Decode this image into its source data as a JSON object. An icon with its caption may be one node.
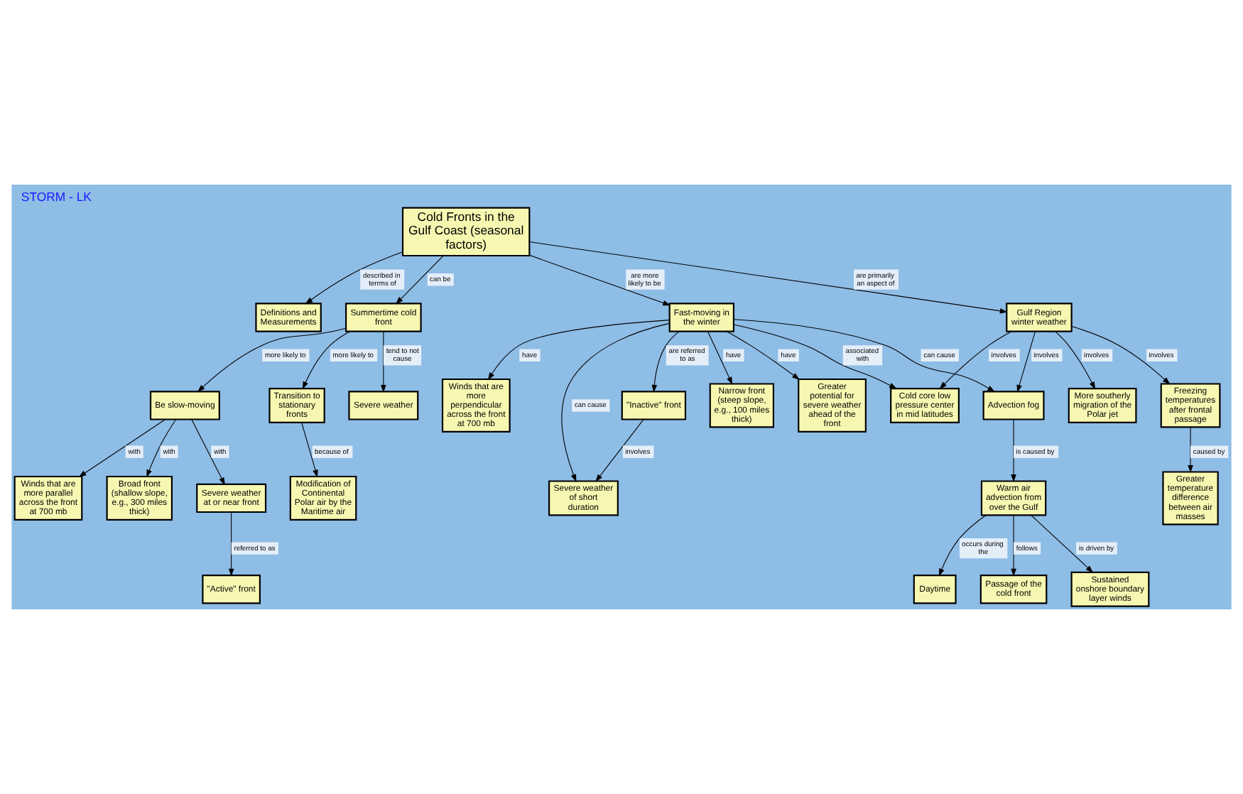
{
  "diagram": {
    "title": "STORM - LK",
    "nodes": [
      {
        "text": [
          "Cold Fronts in the Gulf Coast (seasonal factors)"
        ]
      },
      {
        "text": [
          "Definitions and Measurements"
        ]
      },
      {
        "text": [
          "Summertime cold front"
        ]
      },
      {
        "text": [
          "Fast-moving in the winter"
        ]
      },
      {
        "text": [
          "Gulf Region winter weather"
        ]
      },
      {
        "text": [
          "Be slow-moving"
        ]
      },
      {
        "text": [
          "Transition to stationary fronts"
        ]
      },
      {
        "text": [
          "Severe weather"
        ]
      },
      {
        "text": [
          "More southerly migration of the Polar jet"
        ]
      },
      {
        "text": [
          "Freezing temperatures after frontal passage"
        ]
      },
      {
        "text": [
          "Broad front (shallow slope, e.g., 300 miles thick)"
        ]
      },
      {
        "text": [
          "Severe weather at or near front"
        ]
      },
      {
        "text": [
          "Winds that are more parallel across the front at 700 mb"
        ]
      },
      {
        "text": [
          "Modification of Continental Polar air by the Maritime air"
        ]
      },
      {
        "text": [
          "\"Active\" front"
        ]
      },
      {
        "text": [
          "Narrow front (steep slope, e.g., 100 miles thick)"
        ]
      },
      {
        "text": [
          "Greater potential for severe weather ahead of the front"
        ]
      },
      {
        "text": [
          "Winds that are more perpendicular across the front at 700 mb"
        ]
      },
      {
        "text": [
          "\"Inactive\" front"
        ]
      },
      {
        "text": [
          "Cold core low pressure center in mid latitudes"
        ]
      },
      {
        "text": [
          "Severe weather of short duration"
        ]
      },
      {
        "text": [
          "Advection fog"
        ]
      },
      {
        "text": [
          "Greater temperature difference between air masses"
        ]
      },
      {
        "text": [
          "Warm air advection from over the Gulf"
        ]
      },
      {
        "text": [
          "Daytime"
        ]
      },
      {
        "text": [
          "Passage of the cold front"
        ]
      },
      {
        "text": [
          "Sustained onshore boundary layer winds"
        ]
      }
    ],
    "edges": [
      {
        "from": 0,
        "to": 1,
        "arrow": "to",
        "label": "described in terrms of"
      },
      {
        "from": 0,
        "to": 2,
        "arrow": "to",
        "label": "can be"
      },
      {
        "from": 0,
        "to": 3,
        "arrow": "to",
        "label": "are more likely to be"
      },
      {
        "from": 0,
        "to": 4,
        "arrow": "to",
        "label": "are primarily an aspect of"
      },
      {
        "from": 2,
        "to": 5,
        "arrow": "to",
        "label": "more likely to"
      },
      {
        "from": 2,
        "to": 6,
        "arrow": "to",
        "label": "more likely to"
      },
      {
        "from": 2,
        "to": 7,
        "arrow": "to",
        "label": "tend to not cause"
      },
      {
        "from": 5,
        "to": 10,
        "arrow": "to",
        "label": "with"
      },
      {
        "from": 5,
        "to": 11,
        "arrow": "to",
        "label": "with"
      },
      {
        "from": 5,
        "to": 12,
        "arrow": "to",
        "label": "with"
      },
      {
        "from": 11,
        "to": 14,
        "arrow": "to",
        "label": "referred to as"
      },
      {
        "from": 6,
        "to": 13,
        "arrow": "to",
        "label": "because of"
      },
      {
        "from": 3,
        "to": 15,
        "arrow": "to",
        "label": "have"
      },
      {
        "from": 3,
        "to": 16,
        "arrow": "to",
        "label": "have"
      },
      {
        "from": 3,
        "to": 17,
        "arrow": "to",
        "label": "have"
      },
      {
        "from": 3,
        "to": 18,
        "arrow": "to",
        "label": "are referred to as"
      },
      {
        "from": 3,
        "to": 19,
        "arrow": "to",
        "label": "associated with"
      },
      {
        "from": 3,
        "to": 20,
        "arrow": "to",
        "label": "can cause"
      },
      {
        "from": 3,
        "to": 21,
        "arrow": "to",
        "label": "can cause"
      },
      {
        "from": 18,
        "to": 20,
        "arrow": "to",
        "label": "involves"
      },
      {
        "from": 4,
        "to": 8,
        "arrow": "to",
        "label": "involves"
      },
      {
        "from": 4,
        "to": 19,
        "arrow": "to",
        "label": "involves"
      },
      {
        "from": 4,
        "to": 21,
        "arrow": "to",
        "label": "involves"
      },
      {
        "from": 4,
        "to": 9,
        "arrow": "to",
        "label": "involves"
      },
      {
        "from": 9,
        "to": 22,
        "arrow": "to",
        "label": "caused by"
      },
      {
        "from": 21,
        "to": 23,
        "arrow": "to",
        "label": "is caused by"
      },
      {
        "from": 23,
        "to": 24,
        "arrow": "to",
        "label": "occurs during the"
      },
      {
        "from": 23,
        "to": 25,
        "arrow": "to",
        "label": "follows"
      },
      {
        "from": 23,
        "to": 26,
        "arrow": "to",
        "label": "is driven by"
      }
    ]
  }
}
